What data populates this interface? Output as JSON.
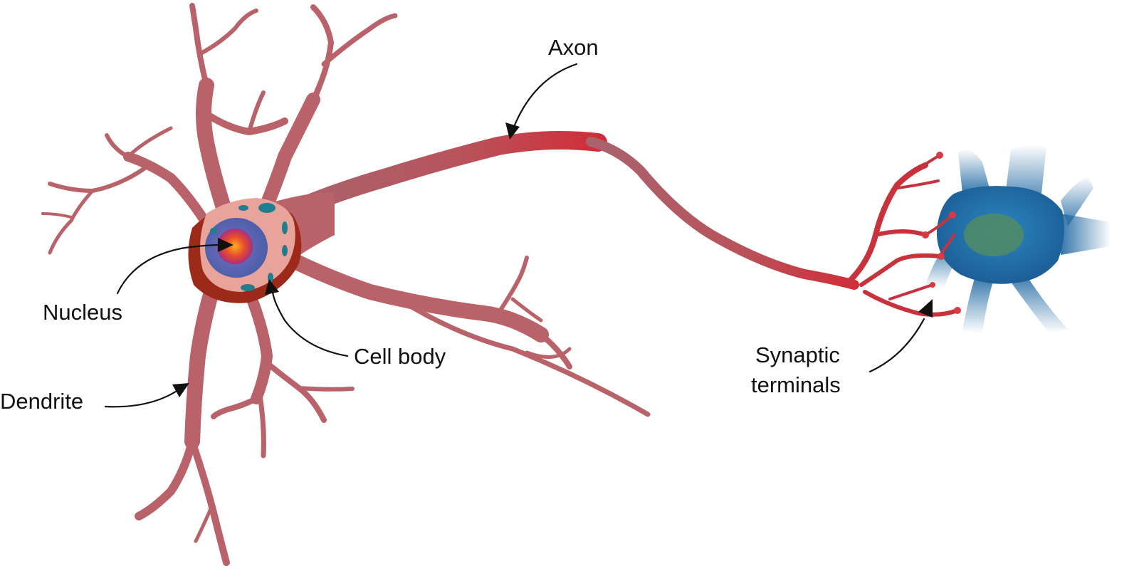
{
  "labels": {
    "axon": "Axon",
    "nucleus": "Nucleus",
    "cell_body": "Cell body",
    "dendrite": "Dendrite",
    "synaptic_line1": "Synaptic",
    "synaptic_line2": "terminals"
  },
  "colors": {
    "neuron_main": "#b9626a",
    "neuron_light": "#c9787c",
    "axon_red": "#c8323c",
    "cell_body_fill": "#e8a39a",
    "cell_body_shadow": "#9c2a1a",
    "nucleus_outer": "#5d6fb0",
    "nucleus_inner": "#e84a2c",
    "organelle": "#1f7d8f",
    "target_cell": "#1f6fa8",
    "target_nucleus": "#4f8a6a",
    "label_text": "#111111"
  }
}
